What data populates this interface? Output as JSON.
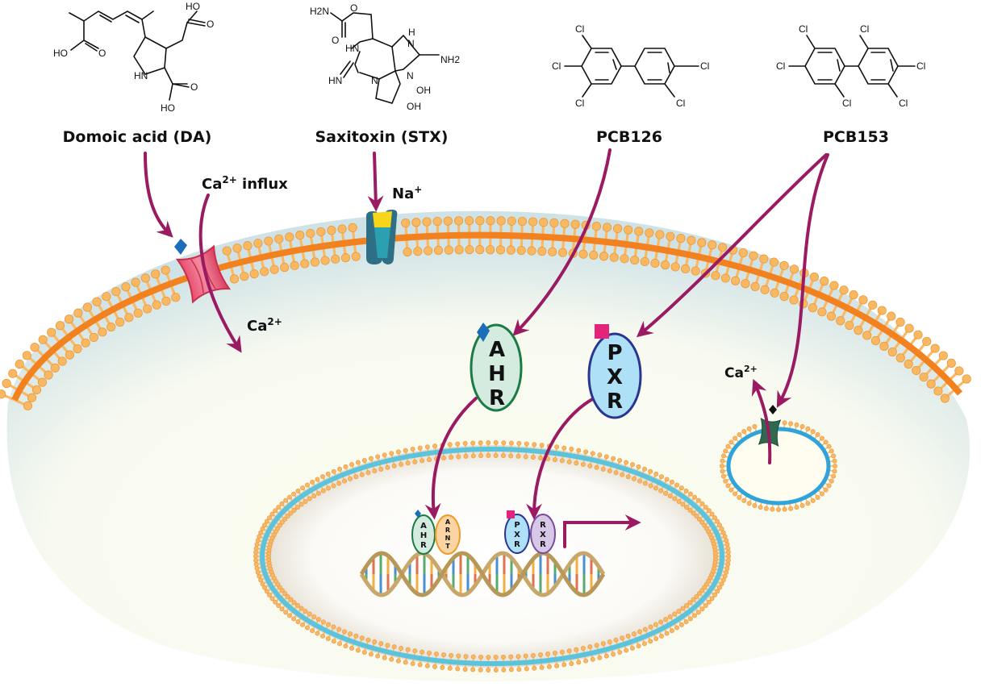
{
  "compounds": [
    {
      "id": "da",
      "name": "Domoic acid (DA)",
      "atoms": [
        "HO",
        "O",
        "HO",
        "O",
        "HN",
        "HO",
        "O"
      ]
    },
    {
      "id": "stx",
      "name": "Saxitoxin (STX)",
      "atoms": [
        "H2N",
        "O",
        "O",
        "HN",
        "H",
        "N",
        "NH2",
        "N",
        "HN",
        "N",
        "OH",
        "OH"
      ]
    },
    {
      "id": "pcb126",
      "name": "PCB126",
      "atoms": [
        "Cl",
        "Cl",
        "Cl",
        "Cl",
        "Cl"
      ]
    },
    {
      "id": "pcb153",
      "name": "PCB153",
      "atoms": [
        "Cl",
        "Cl",
        "Cl",
        "Cl",
        "Cl",
        "Cl"
      ]
    }
  ],
  "ion_labels": {
    "ca_influx": "Ca",
    "ca_influx_sup": "2+",
    "ca_influx_suffix": " influx",
    "na": "Na",
    "na_sup": "+",
    "ca_inside": "Ca",
    "ca_inside_sup": "2+",
    "ca_vesicle": "Ca",
    "ca_vesicle_sup": "2+"
  },
  "receptors": {
    "ahr": {
      "letters": [
        "A",
        "H",
        "R"
      ],
      "fill": "#d4ece0",
      "stroke": "#1c7a44"
    },
    "pxr": {
      "letters": [
        "P",
        "X",
        "R"
      ],
      "fill": "#aee0f8",
      "stroke": "#2a3590"
    },
    "arnt": {
      "letters": [
        "A",
        "R",
        "N",
        "T"
      ],
      "fill": "#fbd4a4",
      "stroke": "#ef9b2a"
    },
    "rxr": {
      "letters": [
        "R",
        "X",
        "R"
      ],
      "fill": "#d6c8e6",
      "stroke": "#7a4c9c"
    }
  },
  "colors": {
    "arrow": "#9b1b63",
    "membrane": "#f2821f",
    "lipid_head": "#fbb862",
    "nuclear_membrane": "#5bc4dc",
    "vesicle_membrane": "#2fa4dc",
    "ligand_diamond": "#1a6fb8",
    "ligand_square": "#e3247a",
    "ca_channel": "#e4506e",
    "na_channel": "#2f6f86",
    "na_channel_cap": "#f7d51a",
    "vesicle_channel": "#2f6a50",
    "dna_backbone": "#c8a86a"
  }
}
